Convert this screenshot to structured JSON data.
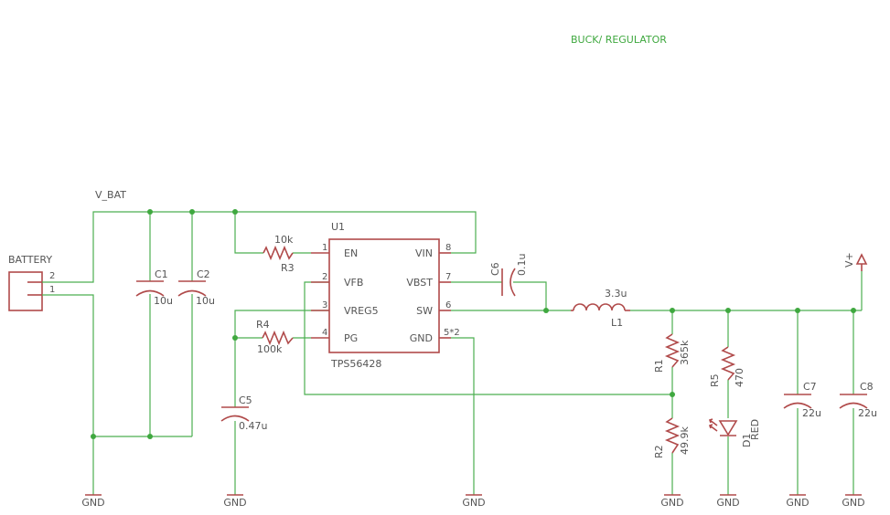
{
  "title": "BUCK/ REGULATOR",
  "nets": {
    "vbat": "V_BAT",
    "vplus": "V+",
    "gnd": "GND"
  },
  "battery": {
    "label": "BATTERY",
    "pin2": "2",
    "pin1": "1"
  },
  "u1": {
    "ref": "U1",
    "part": "TPS56428",
    "pins": [
      {
        "num": "1",
        "name": "EN"
      },
      {
        "num": "2",
        "name": "VFB"
      },
      {
        "num": "3",
        "name": "VREG5"
      },
      {
        "num": "4",
        "name": "PG"
      },
      {
        "num": "8",
        "name": "VIN"
      },
      {
        "num": "7",
        "name": "VBST"
      },
      {
        "num": "6",
        "name": "SW"
      },
      {
        "num": "5*2",
        "name": "GND"
      }
    ]
  },
  "parts": {
    "c1": {
      "ref": "C1",
      "value": "10u"
    },
    "c2": {
      "ref": "C2",
      "value": "10u"
    },
    "r3": {
      "ref": "R3",
      "value": "10k"
    },
    "r4": {
      "ref": "R4",
      "value": "100k"
    },
    "c5": {
      "ref": "C5",
      "value": "0.47u"
    },
    "c6": {
      "ref": "C6",
      "value": "0.1u"
    },
    "l1": {
      "ref": "L1",
      "value": "3.3u"
    },
    "r1": {
      "ref": "R1",
      "value": "365k"
    },
    "r2": {
      "ref": "R2",
      "value": "49.9k"
    },
    "r5": {
      "ref": "R5",
      "value": "470"
    },
    "d1": {
      "ref": "D1",
      "value": "RED"
    },
    "c7": {
      "ref": "C7",
      "value": "22u"
    },
    "c8": {
      "ref": "C8",
      "value": "22u"
    }
  },
  "colors": {
    "wire": "#4caf50",
    "component": "#b04a4a",
    "text": "#555555",
    "title": "#3fa83f"
  }
}
